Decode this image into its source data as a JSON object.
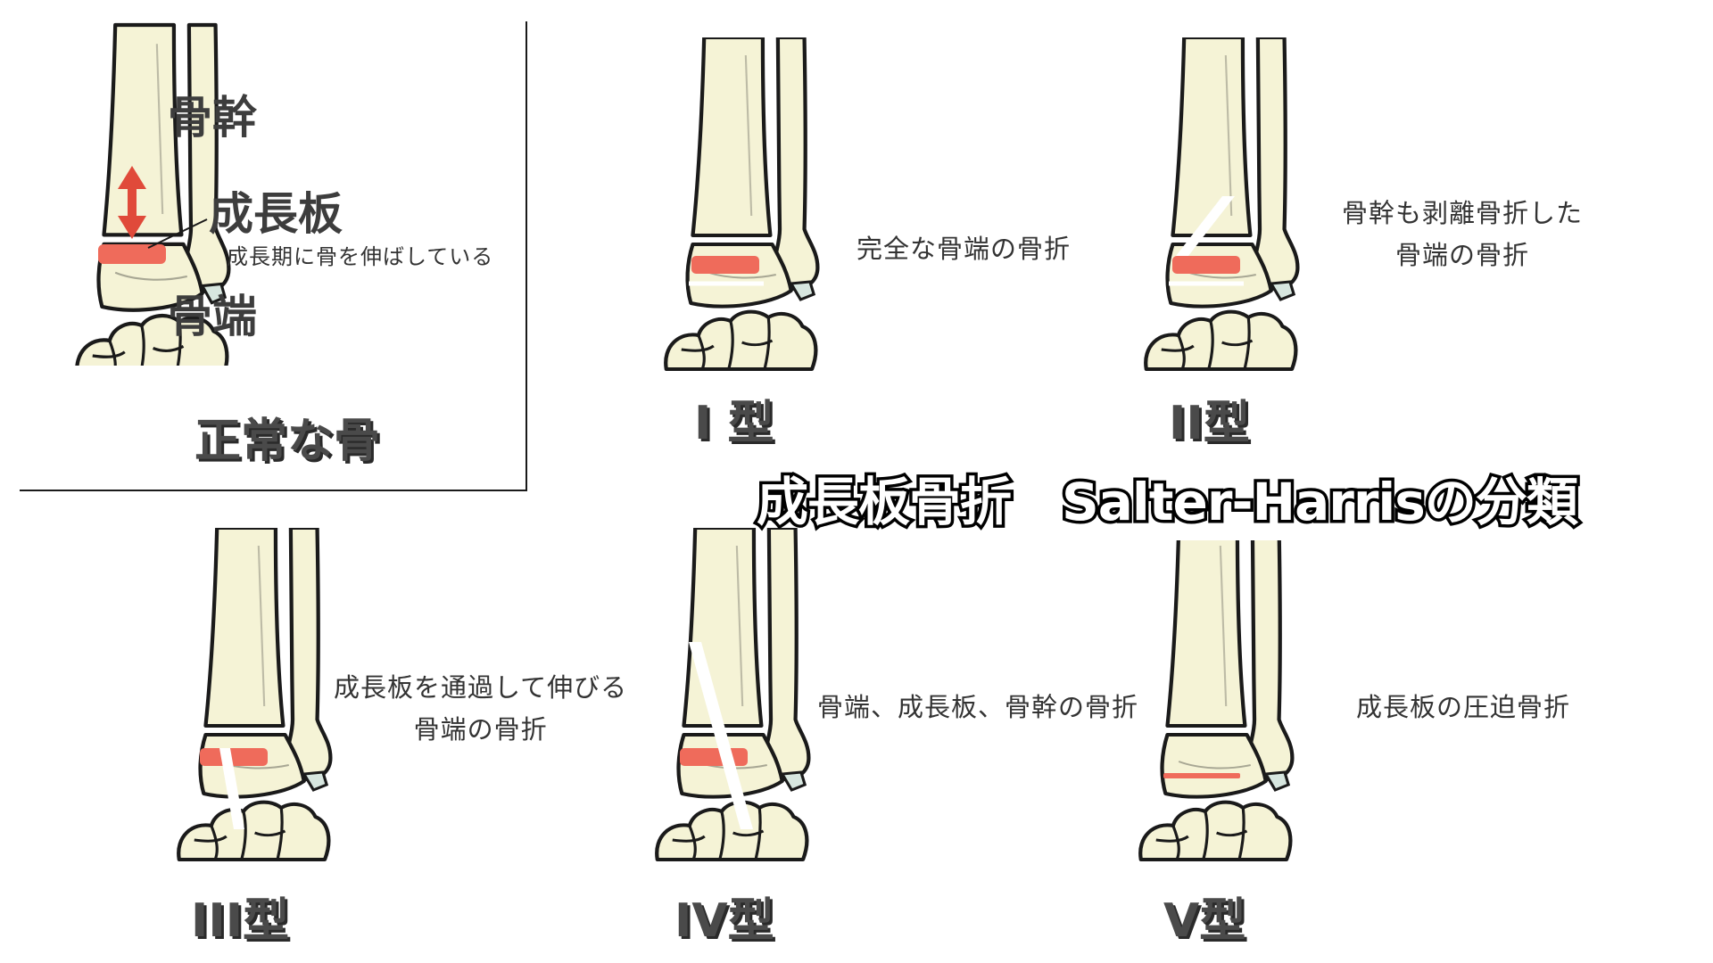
{
  "title": "成長板骨折　Salter-Harrisの分類",
  "colors": {
    "bone_fill": "#f5f3d6",
    "bone_outline": "#1a1a1a",
    "growth_plate": "#ef6b5b",
    "arrow": "#e04a3a",
    "fracture_line": "#ffffff"
  },
  "normal_panel": {
    "label": "正常な骨",
    "shaft_label": "骨幹",
    "growth_plate_label": "成長板",
    "growth_plate_note": "成長期に骨を伸ばしている",
    "epiphysis_label": "骨端"
  },
  "types": [
    {
      "id": "type-1",
      "label": "I 型",
      "description": [
        "完全な骨端の骨折"
      ]
    },
    {
      "id": "type-2",
      "label": "II型",
      "description": [
        "骨幹も剥離骨折した",
        "骨端の骨折"
      ]
    },
    {
      "id": "type-3",
      "label": "III型",
      "description": [
        "成長板を通過して伸びる",
        "骨端の骨折"
      ]
    },
    {
      "id": "type-4",
      "label": "IV型",
      "description": [
        "骨端、成長板、骨幹の骨折"
      ]
    },
    {
      "id": "type-5",
      "label": "V型",
      "description": [
        "成長板の圧迫骨折"
      ]
    }
  ]
}
